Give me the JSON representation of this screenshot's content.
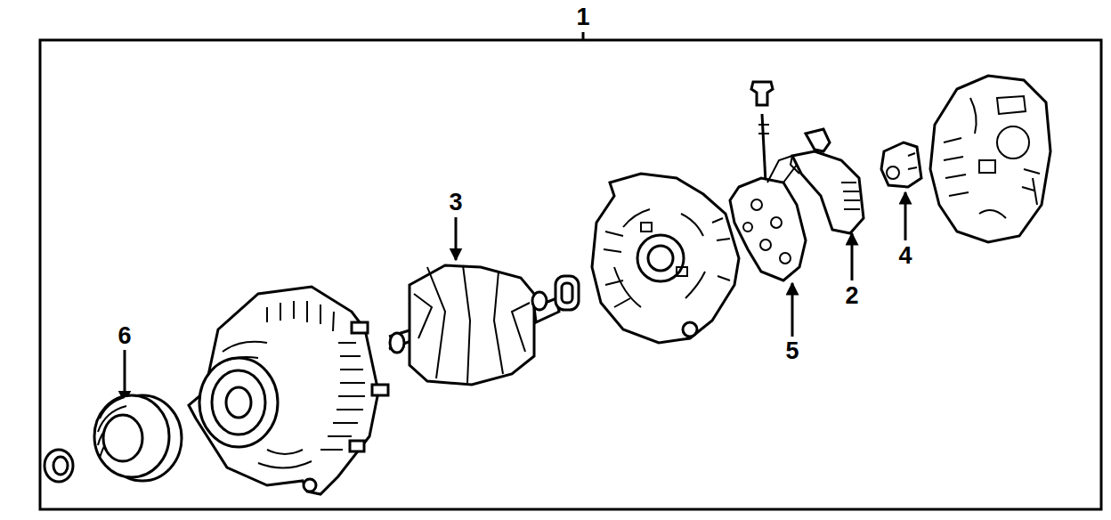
{
  "diagram": {
    "labels": [
      "1",
      "3",
      "6",
      "5",
      "2",
      "4"
    ]
  }
}
